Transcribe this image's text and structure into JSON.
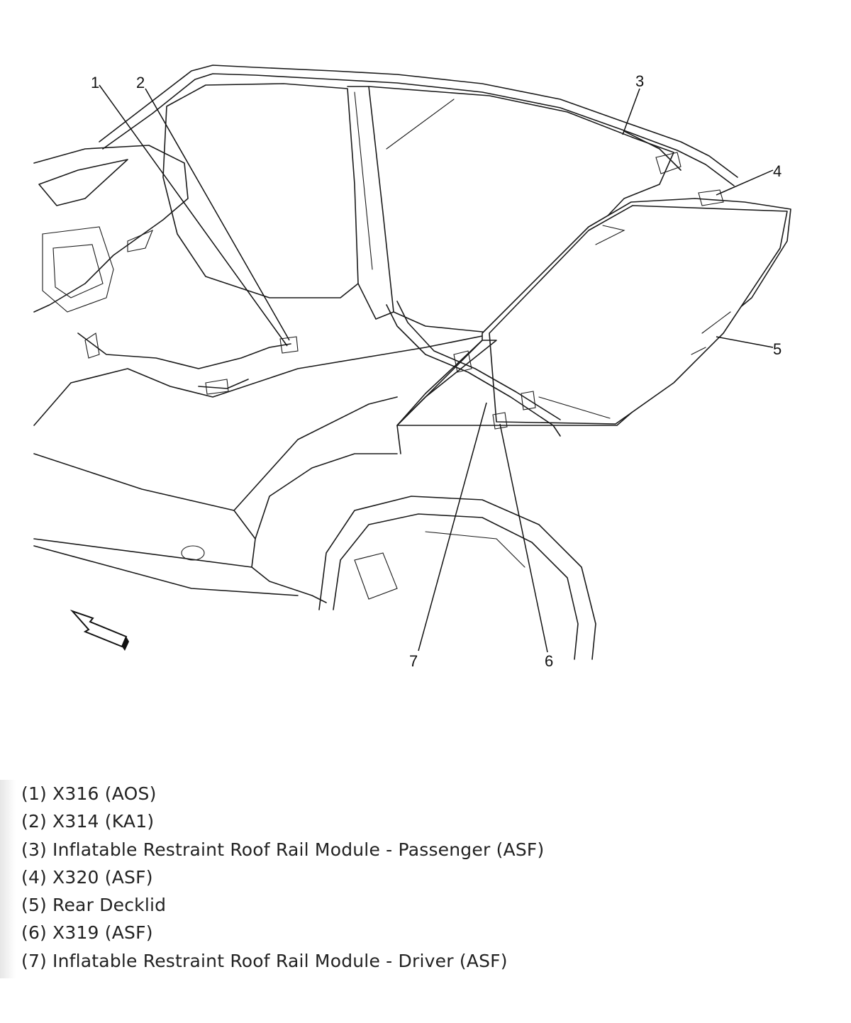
{
  "callouts": [
    {
      "id": "1",
      "label": "1"
    },
    {
      "id": "2",
      "label": "2"
    },
    {
      "id": "3",
      "label": "3"
    },
    {
      "id": "4",
      "label": "4"
    },
    {
      "id": "5",
      "label": "5"
    },
    {
      "id": "6",
      "label": "6"
    },
    {
      "id": "7",
      "label": "7"
    }
  ],
  "legend": [
    {
      "number": "(1)",
      "text": "X316 (AOS)"
    },
    {
      "number": "(2)",
      "text": "X314 (KA1)"
    },
    {
      "number": "(3)",
      "text": "Inflatable Restraint Roof Rail Module - Passenger (ASF)"
    },
    {
      "number": "(4)",
      "text": "X320 (ASF)"
    },
    {
      "number": "(5)",
      "text": "Rear Decklid"
    },
    {
      "number": "(6)",
      "text": "X319 (ASF)"
    },
    {
      "number": "(7)",
      "text": "Inflatable Restraint Roof Rail Module - Driver (ASF)"
    }
  ]
}
